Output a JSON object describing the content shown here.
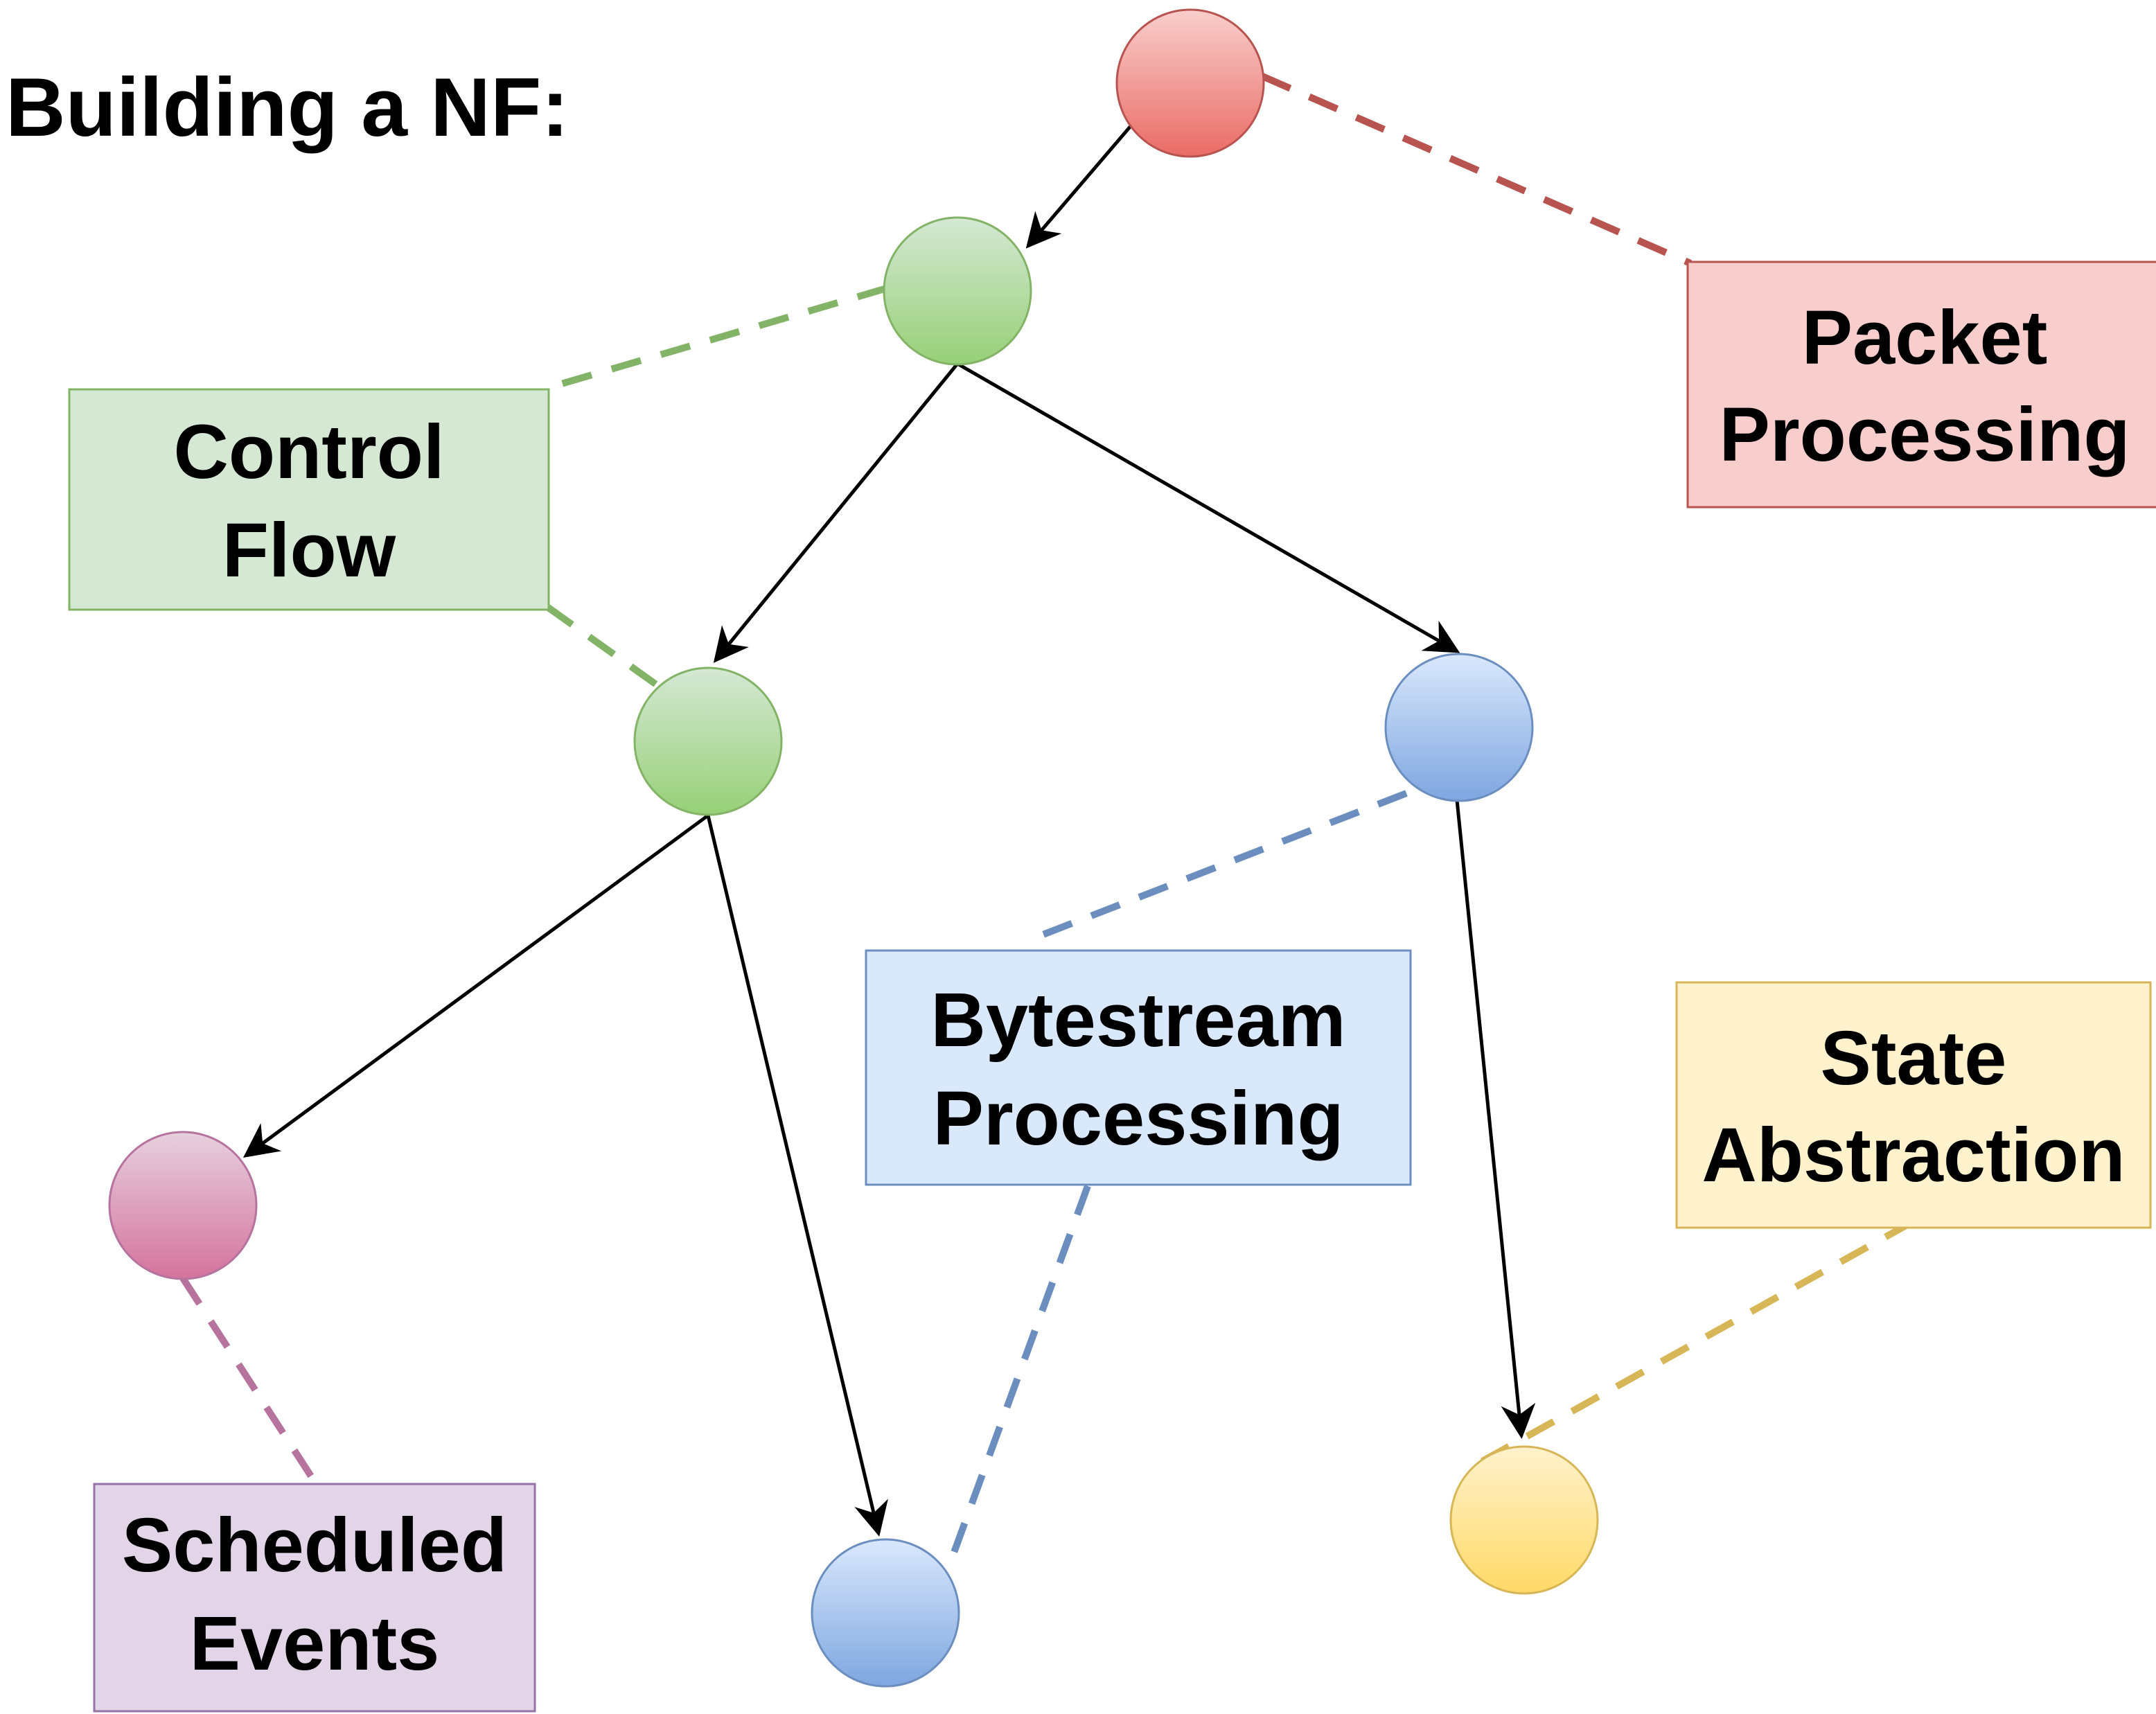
{
  "title": "Building a NF:",
  "colors": {
    "edge": "#000000",
    "red": "#b85450",
    "green": "#82b366",
    "blue": "#6c8ebf",
    "purple": "#b5739d",
    "yellow": "#d6b656"
  },
  "labels": {
    "packet_processing": [
      "Packet",
      "Processing"
    ],
    "control_flow": [
      "Control",
      "Flow"
    ],
    "bytestream_processing": [
      "Bytestream",
      "Processing"
    ],
    "state_abstraction": [
      "State",
      "Abstraction"
    ],
    "scheduled_events": [
      "Scheduled",
      "Events"
    ]
  }
}
